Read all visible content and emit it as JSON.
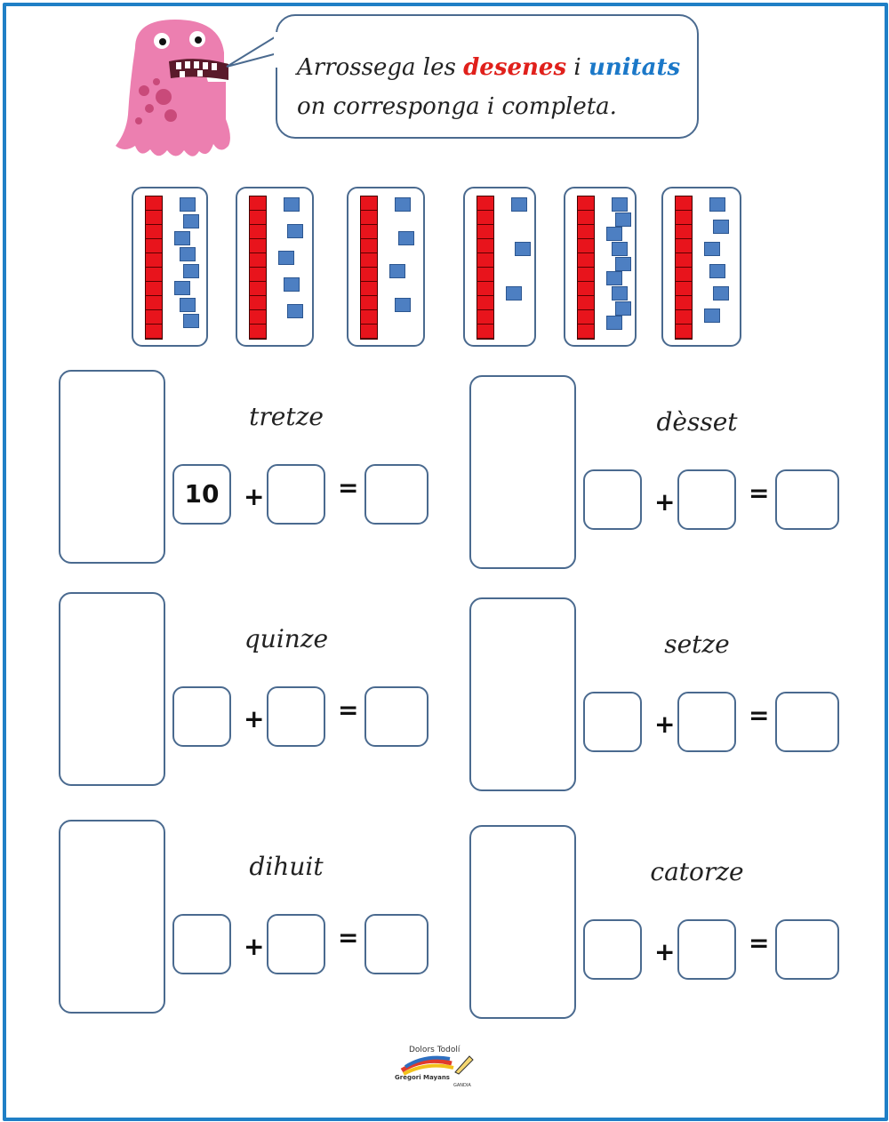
{
  "instruction": {
    "prefix": "Arrossega les",
    "desenes": "desenes",
    "middle": "i",
    "unitats": "unitats",
    "line2": "on corresponga i completa."
  },
  "colors": {
    "border": "#1f7fc6",
    "tens_rod": "#e8141c",
    "unit_cube": "#4d7fc2",
    "desenes_text": "#e0201b",
    "unitats_text": "#1b78c8",
    "monster": "#ec7fb0"
  },
  "block_cards": [
    {
      "tens": 1,
      "units": 8
    },
    {
      "tens": 1,
      "units": 5
    },
    {
      "tens": 1,
      "units": 4
    },
    {
      "tens": 1,
      "units": 3
    },
    {
      "tens": 1,
      "units": 9
    },
    {
      "tens": 1,
      "units": 6
    }
  ],
  "problems": [
    {
      "word": "tretze",
      "tens": "10",
      "units": "",
      "total": ""
    },
    {
      "word": "dèsset",
      "tens": "",
      "units": "",
      "total": ""
    },
    {
      "word": "quinze",
      "tens": "",
      "units": "",
      "total": ""
    },
    {
      "word": "setze",
      "tens": "",
      "units": "",
      "total": ""
    },
    {
      "word": "dihuit",
      "tens": "",
      "units": "",
      "total": ""
    },
    {
      "word": "catorze",
      "tens": "",
      "units": "",
      "total": ""
    }
  ],
  "operators": {
    "plus": "+",
    "equals": "="
  },
  "logo": {
    "author": "Dolors Todolí",
    "school": "Gregori Mayans",
    "line3": "GANDIA",
    "icon": "pencil-logo"
  }
}
